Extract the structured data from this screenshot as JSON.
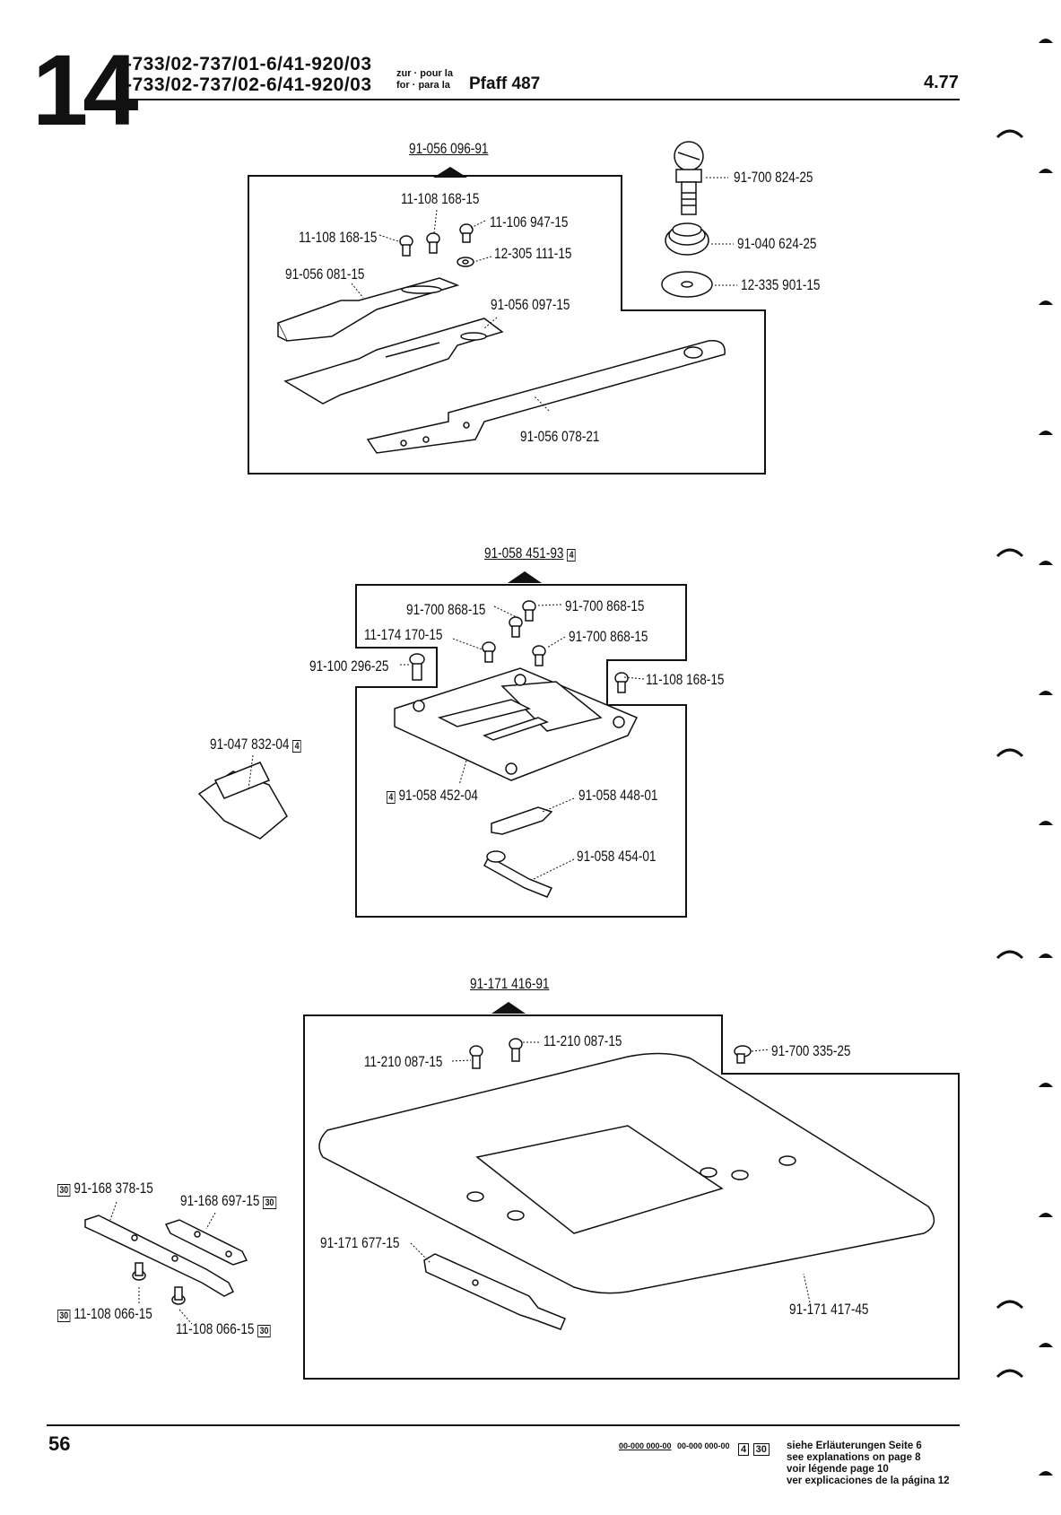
{
  "header": {
    "section_number": "14",
    "code_line1": "-733/02-737/01-6/41-920/03",
    "code_line2": "-733/02-737/02-6/41-920/03",
    "for_line1": "zur · pour la",
    "for_line2": "for · para la",
    "model": "Pfaff 487",
    "date": "4.77"
  },
  "group1": {
    "assembly": "91-056 096-91",
    "parts": {
      "p1": "11-108 168-15",
      "p2": "11-108 168-15",
      "p3": "11-106 947-15",
      "p4": "12-305 111-15",
      "p5": "91-056 081-15",
      "p6": "91-056 097-15",
      "p7": "91-056 078-21",
      "p8": "91-700 824-25",
      "p9": "91-040 624-25",
      "p10": "12-335 901-15"
    }
  },
  "group2": {
    "assembly": "91-058 451-93",
    "assembly_marker": "4",
    "parts": {
      "p1": "91-700 868-15",
      "p2": "91-700 868-15",
      "p3": "11-174 170-15",
      "p4": "91-700 868-15",
      "p5": "91-100 296-25",
      "p6": "11-108 168-15",
      "p7": "91-047 832-04",
      "p7_marker": "4",
      "p8": "91-058 452-04",
      "p8_marker": "4",
      "p9": "91-058 448-01",
      "p10": "91-058 454-01"
    }
  },
  "group3": {
    "assembly": "91-171 416-91",
    "parts": {
      "p1": "11-210 087-15",
      "p2": "11-210 087-15",
      "p3": "91-700 335-25",
      "p4": "91-171 677-15",
      "p5": "91-171 417-45",
      "p6": "91-168 378-15",
      "p6_marker": "30",
      "p7": "91-168 697-15",
      "p7_marker": "30",
      "p8": "11-108 066-15",
      "p8_marker": "30",
      "p9": "11-108 066-15",
      "p9_marker": "30"
    }
  },
  "footer": {
    "page_number": "56",
    "code_example1": "00-000 000-00",
    "code_example2": "00-000 000-00",
    "marker1": "4",
    "marker2": "30",
    "legend_de": "siehe Erläuterungen Seite 6",
    "legend_en": "see explanations on page 8",
    "legend_fr": "voir légende page 10",
    "legend_es": "ver explicaciones de la página 12"
  }
}
